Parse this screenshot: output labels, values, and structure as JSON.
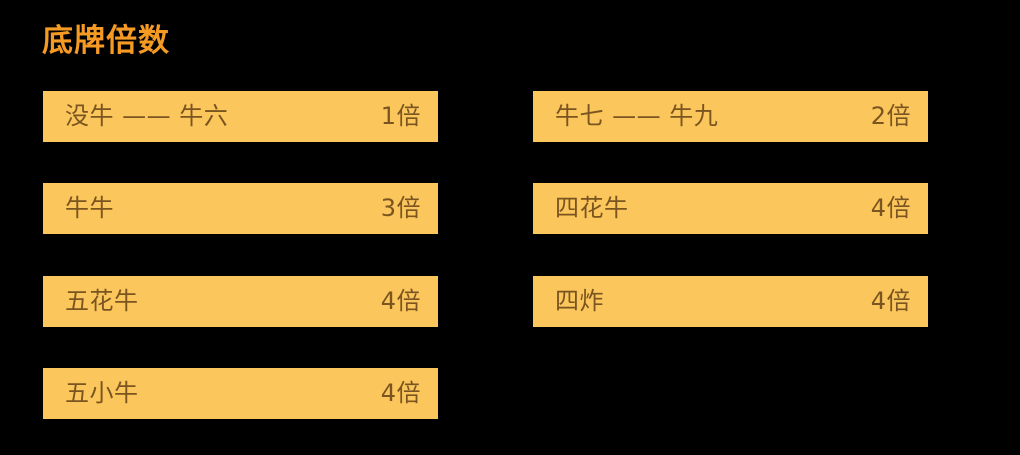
{
  "panel": {
    "title": "底牌倍数",
    "background_color": "#000000",
    "title_color": "#f59a23",
    "row_background_color": "#fbc65c",
    "row_text_color": "#7a5520"
  },
  "columns": [
    {
      "name": "left-column",
      "rows": [
        {
          "label": "没牛 —— 牛六",
          "value": "1倍"
        },
        {
          "label": "牛牛",
          "value": "3倍"
        },
        {
          "label": "五花牛",
          "value": "4倍"
        },
        {
          "label": "五小牛",
          "value": "4倍"
        }
      ]
    },
    {
      "name": "right-column",
      "rows": [
        {
          "label": "牛七 —— 牛九",
          "value": "2倍"
        },
        {
          "label": "四花牛",
          "value": "4倍"
        },
        {
          "label": "四炸",
          "value": "4倍"
        }
      ]
    }
  ]
}
